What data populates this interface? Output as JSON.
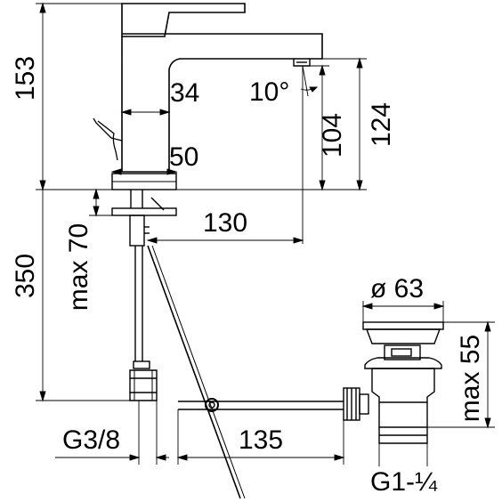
{
  "dimensions": {
    "d153": "153",
    "d34": "34",
    "d10deg": "10°",
    "d104": "104",
    "d124": "124",
    "d50": "50",
    "d130": "130",
    "d350": "350",
    "max70": "max 70",
    "o63": "ø 63",
    "max55": "max 55",
    "g38": "G3/8",
    "d135": "135",
    "g114": "G1-¼"
  }
}
